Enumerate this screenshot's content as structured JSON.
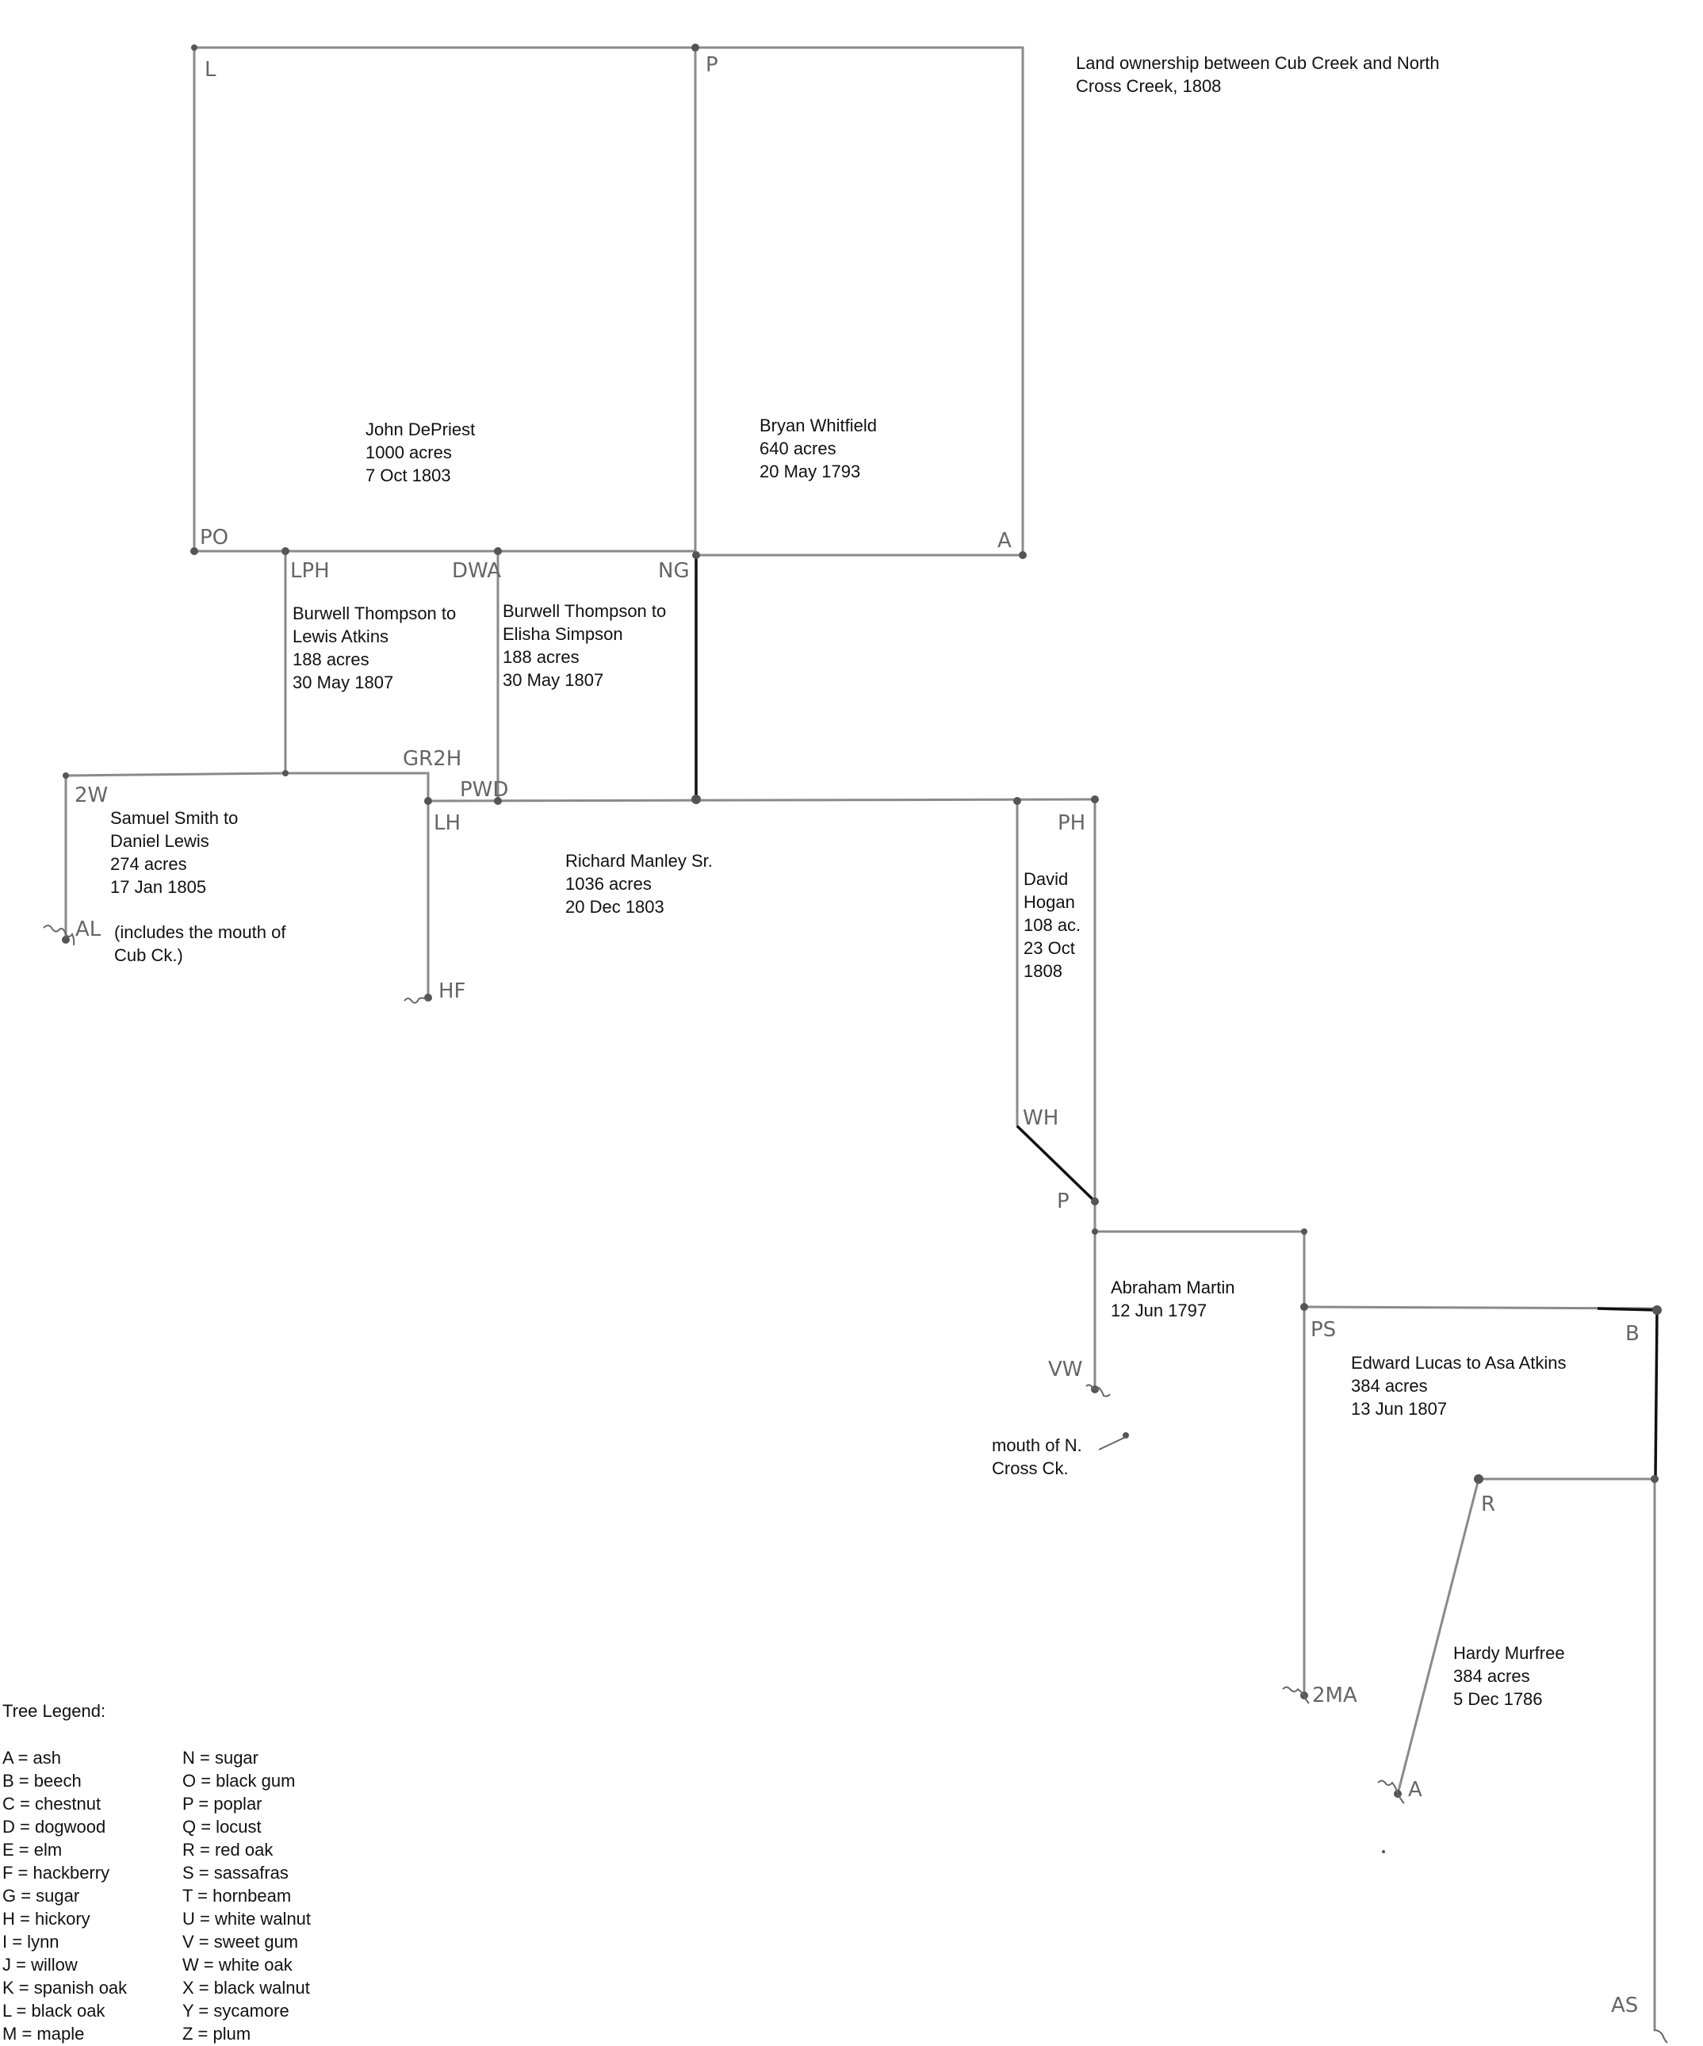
{
  "title": [
    "Land ownership between Cub Creek and North",
    "Cross Creek, 1808"
  ],
  "parcels": {
    "depriest": [
      "John DePriest",
      "1000 acres",
      "7 Oct 1803"
    ],
    "whitfield": [
      "Bryan Whitfield",
      "640 acres",
      "20 May 1793"
    ],
    "atkins": [
      "Burwell Thompson to",
      "Lewis Atkins",
      "188 acres",
      "30 May 1807"
    ],
    "simpson": [
      "Burwell Thompson to",
      "Elisha Simpson",
      "188 acres",
      "30 May 1807"
    ],
    "smith": [
      "Samuel Smith to",
      "Daniel Lewis",
      "274 acres",
      "17 Jan 1805"
    ],
    "smith_note": [
      "(includes the mouth of",
      "Cub Ck.)"
    ],
    "manley": [
      "Richard Manley Sr.",
      "1036 acres",
      "20 Dec 1803"
    ],
    "hogan": [
      "David",
      "Hogan",
      "",
      "108 ac.",
      "",
      "23 Oct",
      "1808"
    ],
    "martin": [
      "Abraham Martin",
      "12 Jun 1797"
    ],
    "lucas": [
      "Edward Lucas to Asa Atkins",
      "384 acres",
      "13 Jun 1807"
    ],
    "murfree": [
      "Hardy Murfree",
      "384 acres",
      "5 Dec 1786"
    ]
  },
  "mouth_note": [
    "mouth of N.",
    "Cross Ck."
  ],
  "corners": {
    "c_L": "L",
    "c_P_top": "P",
    "c_PO": "PO",
    "c_A_whit": "A",
    "c_LPH": "LPH",
    "c_DWA": "DWA",
    "c_NG": "NG",
    "c_2W": "2W",
    "c_GR2H": "GR2H",
    "c_PWD": "PWD",
    "c_LH": "LH",
    "c_AL": "AL",
    "c_HF": "HF",
    "c_PH": "PH",
    "c_WH": "WH",
    "c_P_hogan": "P",
    "c_VW": "VW",
    "c_PS": "PS",
    "c_B": "B",
    "c_R": "R",
    "c_2MA": "2MA",
    "c_A_murfree": "A",
    "c_AS": "AS"
  },
  "legend": {
    "title": "Tree Legend:",
    "col1": [
      "A = ash",
      "B = beech",
      "C = chestnut",
      "D = dogwood",
      "E = elm",
      "F = hackberry",
      "G = sugar",
      "H = hickory",
      "I = lynn",
      "J = willow",
      "K = spanish oak",
      "L = black oak",
      "M = maple"
    ],
    "col2": [
      "N = sugar",
      "O = black gum",
      "P = poplar",
      "Q = locust",
      "R = red oak",
      "S = sassafras",
      "T = hornbeam",
      "U = white walnut",
      "V = sweet gum",
      "W = white oak",
      "X = black walnut",
      "Y = sycamore",
      "Z = plum"
    ]
  }
}
